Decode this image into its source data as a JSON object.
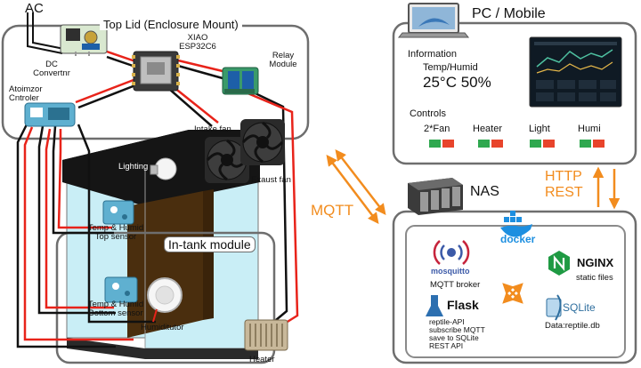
{
  "ac_label": "AC",
  "top_lid_title": "Top Lid (Enclosure Mount)",
  "components": {
    "dc_converter": "DC\nConvertnr",
    "xiao": "XIAO\nESP32C6",
    "relay": "Relay\nModule",
    "atomizer_ctrl": "Atoimzor\nCntroler",
    "intake_fan": "Intake fan",
    "exhaust_fan": "Exaust fan",
    "lighting": "Lighting",
    "top_sensor": "Temp & Humid\nTop sensor",
    "bottom_sensor": "Temp & Humid\nBottom sensor",
    "humidifier": "Humiditutor",
    "heater": "Heater"
  },
  "in_tank_title": "In-tank module",
  "mqtt_label": "MQTT",
  "pc": {
    "title": "PC / Mobile",
    "info_label": "Information",
    "temp_humid_label": "Temp/Humid",
    "reading": "25°C 50%",
    "controls_label": "Controls",
    "controls": [
      "2*Fan",
      "Heater",
      "Light",
      "Humi"
    ]
  },
  "http_rest": "HTTP\nREST",
  "nas": {
    "title": "NAS",
    "docker": "docker",
    "mosquitto_logo": "mosquitto",
    "mosquitto_caption": "MQTT broker",
    "nginx_logo": "NGINX",
    "nginx_caption": "static files",
    "flask_logo": "Flask",
    "flask_caption": "reptile-API\nsubscribe MQTT\nsave to SQLite\nREST API",
    "sqlite_logo": "SQLite",
    "sqlite_caption": "Data:reptile.db"
  },
  "colors": {
    "accent": "#f28c1e",
    "wire_red": "#e8231a",
    "wire_black": "#111111",
    "frame_grey": "#6e6e6e",
    "tank_water": "#c9eef6",
    "wood": "#4a2e0e",
    "pcb_green": "#3a9a6a",
    "flask_blue": "#2c6fb0",
    "nginx_green": "#1f9a43",
    "docker_blue": "#1d8fe0"
  },
  "icons": [
    "plug-icon",
    "power-module-icon",
    "mcu-board-icon",
    "relay-icon",
    "controller-board-icon",
    "fan-icon",
    "bulb-icon",
    "sensor-icon",
    "atomizer-disc-icon",
    "heater-icon",
    "laptop-icon",
    "dashboard-thumbnail",
    "nas-icon",
    "docker-whale-icon",
    "mosquitto-icon",
    "nginx-icon",
    "flask-icon",
    "sqlite-icon"
  ]
}
